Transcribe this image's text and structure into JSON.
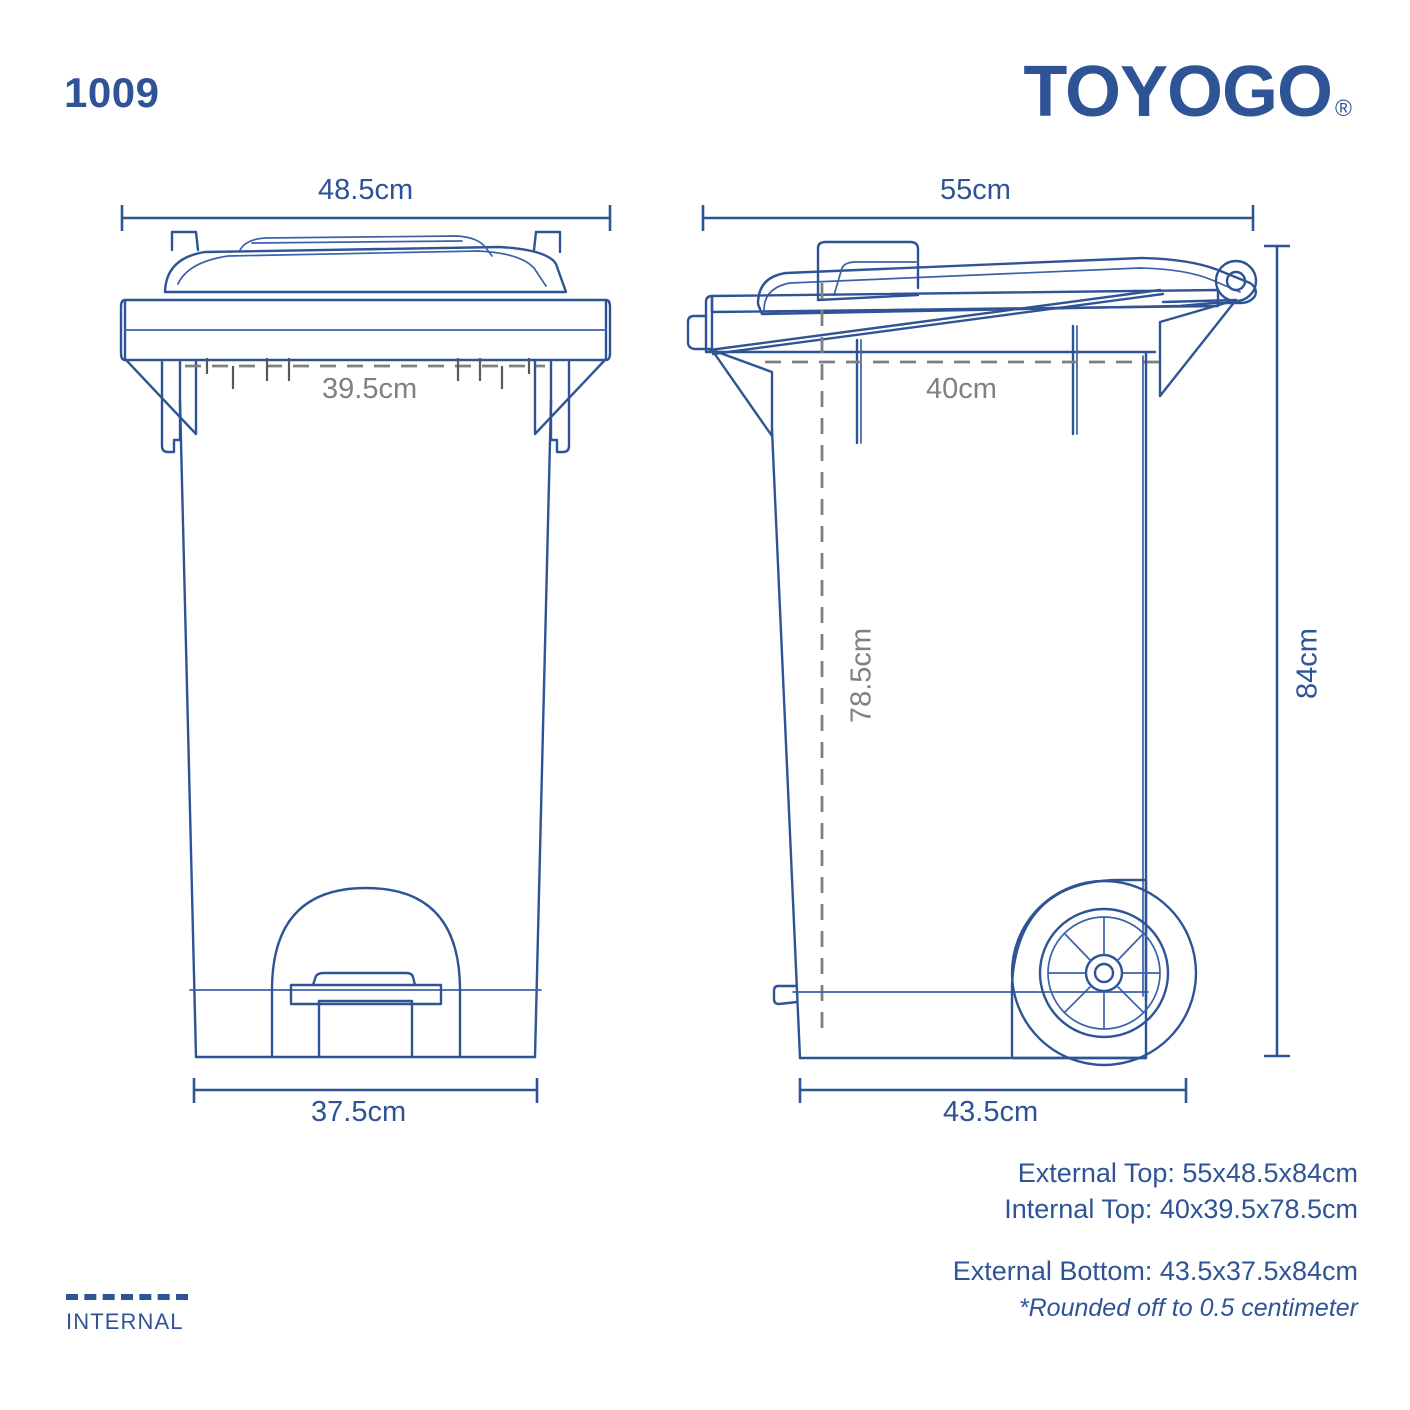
{
  "header": {
    "product_code": "1009",
    "brand": "TOYOGO",
    "brand_mark": "®"
  },
  "colors": {
    "line_blue": "#2f5496",
    "internal_gray": "#808080",
    "background": "#ffffff"
  },
  "front_view": {
    "name": "front-elevation",
    "dimensions": {
      "top_width_external": "48.5cm",
      "top_width_internal": "39.5cm",
      "bottom_width_external": "37.5cm"
    }
  },
  "side_view": {
    "name": "side-elevation",
    "dimensions": {
      "top_depth_external": "55cm",
      "top_depth_internal": "40cm",
      "height_internal": "78.5cm",
      "height_external": "84cm",
      "bottom_depth_external": "43.5cm"
    }
  },
  "specs": {
    "external_top": "External Top: 55x48.5x84cm",
    "internal_top": "Internal Top: 40x39.5x78.5cm",
    "external_bottom": "External Bottom: 43.5x37.5x84cm",
    "note": "*Rounded off to 0.5 centimeter"
  },
  "legend": {
    "label": "INTERNAL"
  }
}
